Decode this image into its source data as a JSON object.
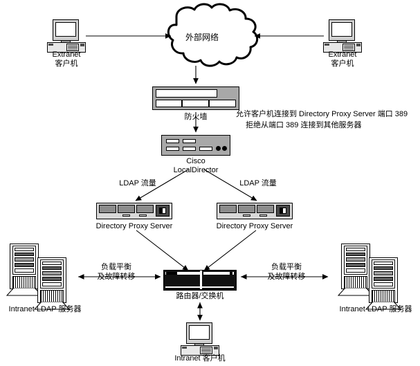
{
  "diagram": {
    "title": "Directory Proxy Server 负载均衡拓扑图",
    "colors": {
      "line": "#000000",
      "device_gray": "#a8a8a8",
      "device_light": "#d8d8d8",
      "bay_gray": "#8c8c8c",
      "switch_black": "#111111",
      "background": "#ffffff"
    }
  },
  "nodes": {
    "cloud": {
      "label": "外部网络",
      "icon": "cloud-icon"
    },
    "extranet_client_left": {
      "label_line1": "Extranet",
      "label_line2": "客户机",
      "icon": "desktop-computer-icon"
    },
    "extranet_client_right": {
      "label_line1": "Extranet",
      "label_line2": "客户机",
      "icon": "desktop-computer-icon"
    },
    "firewall": {
      "label": "防火墙",
      "icon": "firewall-icon"
    },
    "localdirector": {
      "label_line1": "Cisco",
      "label_line2": "LocalDirector",
      "icon": "load-balancer-icon"
    },
    "proxy_left": {
      "label": "Directory Proxy Server",
      "icon": "rack-server-icon"
    },
    "proxy_right": {
      "label": "Directory Proxy Server",
      "icon": "rack-server-icon"
    },
    "router_switch": {
      "label": "路由器/交换机",
      "icon": "router-switch-icon"
    },
    "ldap_servers_left": {
      "label": "Intranet LDAP 服务器",
      "icon": "tower-server-icon"
    },
    "ldap_servers_right": {
      "label": "Intranet LDAP 服务器",
      "icon": "tower-server-icon"
    },
    "intranet_client": {
      "label": "Intranet 客户机",
      "icon": "desktop-computer-icon"
    }
  },
  "annotations": {
    "firewall_policy_line1": "允许客户机连接到 Directory Proxy Server 端口  389",
    "firewall_policy_line2": "拒绝从端口 389 连接到其他服务器",
    "ldap_traffic_left": "LDAP 流量",
    "ldap_traffic_right": "LDAP 流量",
    "failover_left_line1": "负载平衡",
    "failover_left_line2": "及故障转移",
    "failover_right_line1": "负载平衡",
    "failover_right_line2": "及故障转移"
  },
  "edges": [
    {
      "from": "extranet_client_left",
      "to": "cloud",
      "style": "arrow"
    },
    {
      "from": "extranet_client_right",
      "to": "cloud",
      "style": "arrow"
    },
    {
      "from": "cloud",
      "to": "firewall",
      "style": "arrow"
    },
    {
      "from": "firewall",
      "to": "localdirector",
      "style": "arrow"
    },
    {
      "from": "localdirector",
      "to": "proxy_left",
      "style": "arrow"
    },
    {
      "from": "localdirector",
      "to": "proxy_right",
      "style": "arrow"
    },
    {
      "from": "proxy_left",
      "to": "router_switch",
      "style": "arrow"
    },
    {
      "from": "proxy_right",
      "to": "router_switch",
      "style": "arrow"
    },
    {
      "from": "router_switch",
      "to": "ldap_servers_left",
      "style": "double-arrow"
    },
    {
      "from": "router_switch",
      "to": "ldap_servers_right",
      "style": "double-arrow"
    },
    {
      "from": "router_switch",
      "to": "intranet_client",
      "style": "double-arrow"
    }
  ]
}
